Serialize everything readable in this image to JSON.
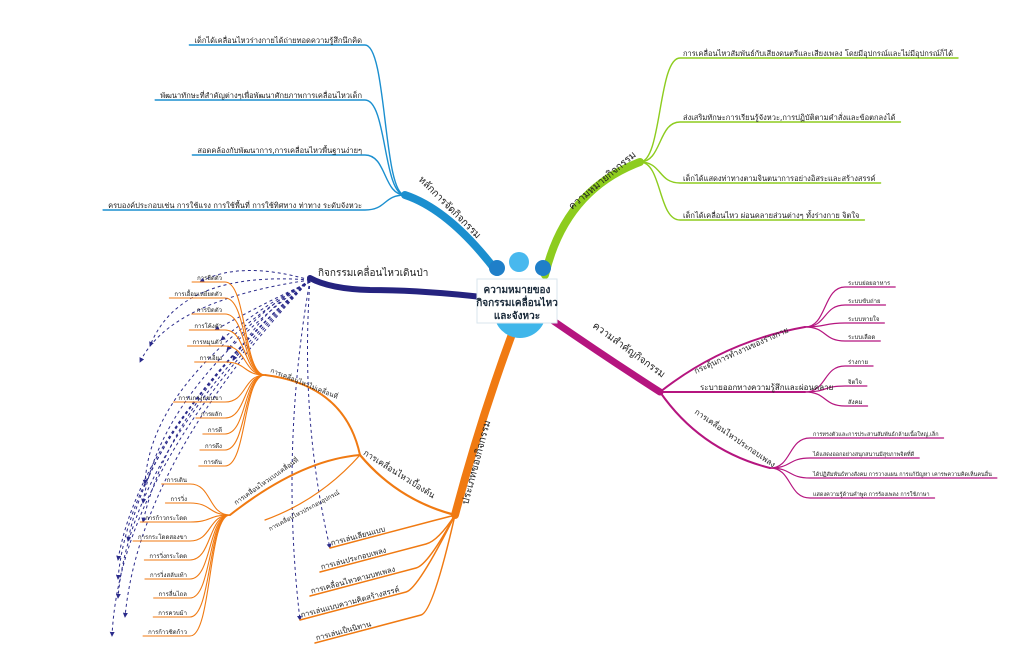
{
  "center": {
    "line1": "ความหมายของ",
    "line2": "กิจกรรมเคลื่อนไหว",
    "line3": "และจังหวะ"
  },
  "colors": {
    "principles": "#1b8fcf",
    "meaning": "#8dcc1e",
    "importance": "#b5157f",
    "forest": "#25237f",
    "types": "#f07a12",
    "dash": "#2a2a8a"
  },
  "principles": {
    "label": "หลักการจัดกิจกรรม",
    "items": [
      "เด็กได้เคลื่อนไหวร่างกายได้ถ่ายทอดความรู้สึกนึกคิด",
      "พัฒนาทักษะที่สำคัญต่างๆเพื่อพัฒนาศักยภาพการเคลื่อนไหวเด็ก",
      "สอดคล้องกับพัฒนาการ,การเคลื่อนไหวพื้นฐานง่ายๆ",
      "ครบองค์ประกอบเช่น การใช้แรง การใช้พื้นที่ การใช้ทิศทาง ท่าทาง ระดับจังหวะ"
    ]
  },
  "meaning": {
    "label": "ความหมายกิจกรรม",
    "items": [
      "การเคลื่อนไหวสัมพันธ์กับเสียงดนตรีและเสียงเพลง โดยมีอุปกรณ์และไม่มีอุปกรณ์ก็ได้",
      "ส่งเสริมทักษะการเรียนรู้จังหวะ,การปฏิบัติตามคำสั่งและข้อตกลงได้",
      "เด็กได้แสดงท่าทางตามจินตนาการอย่างอิสระและสร้างสรรค์",
      "เด็กได้เคลื่อนไหว ผ่อนคลายส่วนต่างๆ ทั้งร่างกาย จิตใจ"
    ]
  },
  "importance": {
    "label": "ความสำคัญกิจกรรม",
    "groups": [
      {
        "label": "กระตุ้นการทำงานของร่างกาย",
        "items": [
          "ระบบย่อยอาหาร",
          "ระบบขับถ่าย",
          "ระบบหายใจ",
          "ระบบเลือด"
        ]
      },
      {
        "label": "ระบายออกทางความรู้สึกและผ่อนคลาย",
        "items": [
          "ร่างกาย",
          "จิตใจ",
          "สังคม"
        ]
      },
      {
        "label": "การเคลื่อนไหวประกอบเพลง",
        "items": [
          "การทรงตัวและการประสานสัมพันธ์กล้ามเนื้อใหญ่,เล็ก",
          "ได้แสดงออกอย่างสนุกสนานมีสุขภาพจิตที่ดี",
          "ได้ปฏิสัมพันธ์ทางสังคม การวางแผน การแก้ปัญหา เคารพความคิดเห็นคนอื่น",
          "แสดงความรู้ด้านคำพูด การร้องเพลง การใช้ภาษา"
        ]
      }
    ]
  },
  "forest": {
    "label": "กิจกรรมเคลื่อนไหวเดินป่า"
  },
  "types": {
    "label": "ประเภทของกิจกรรม",
    "basic": {
      "label": "การเคลื่อนไหวเบื้องต้น",
      "nonlocomotor": {
        "label": "การเคลื่อนไหวไม่เคลื่อนที่",
        "items": [
          "การยืดตัว",
          "การเอื้อมเหยียดตัว",
          "การบิดตัว",
          "การโค้งตัว",
          "การหมุนตัว",
          "การเอียง",
          "การแกว่งแขนขา",
          "การผลัก",
          "การตี",
          "การดึง",
          "การดัน"
        ]
      },
      "locomotor": {
        "label": "การเคลื่อนไหวแบบเคลื่อนที่",
        "items": [
          "การเดิน",
          "การวิ่ง",
          "การก้าวกระโดด",
          "การกระโดดสองขา",
          "การวิ่งกระโดด",
          "การวิ่งสลับเท้า",
          "การลื่นไถล",
          "การควบม้า",
          "การก้าวชิดก้าว"
        ]
      },
      "equipment": {
        "label": "การเคลื่อนไหวประกอบอุปกรณ์"
      }
    },
    "others": [
      "การเล่นเลียนแบบ",
      "การเล่นประกอบเพลง",
      "การเคลื่อนไหวตามบทเพลง",
      "การเล่นแบบความคิดสร้างสรรค์",
      "การเล่นเป็นนิทาน"
    ]
  }
}
